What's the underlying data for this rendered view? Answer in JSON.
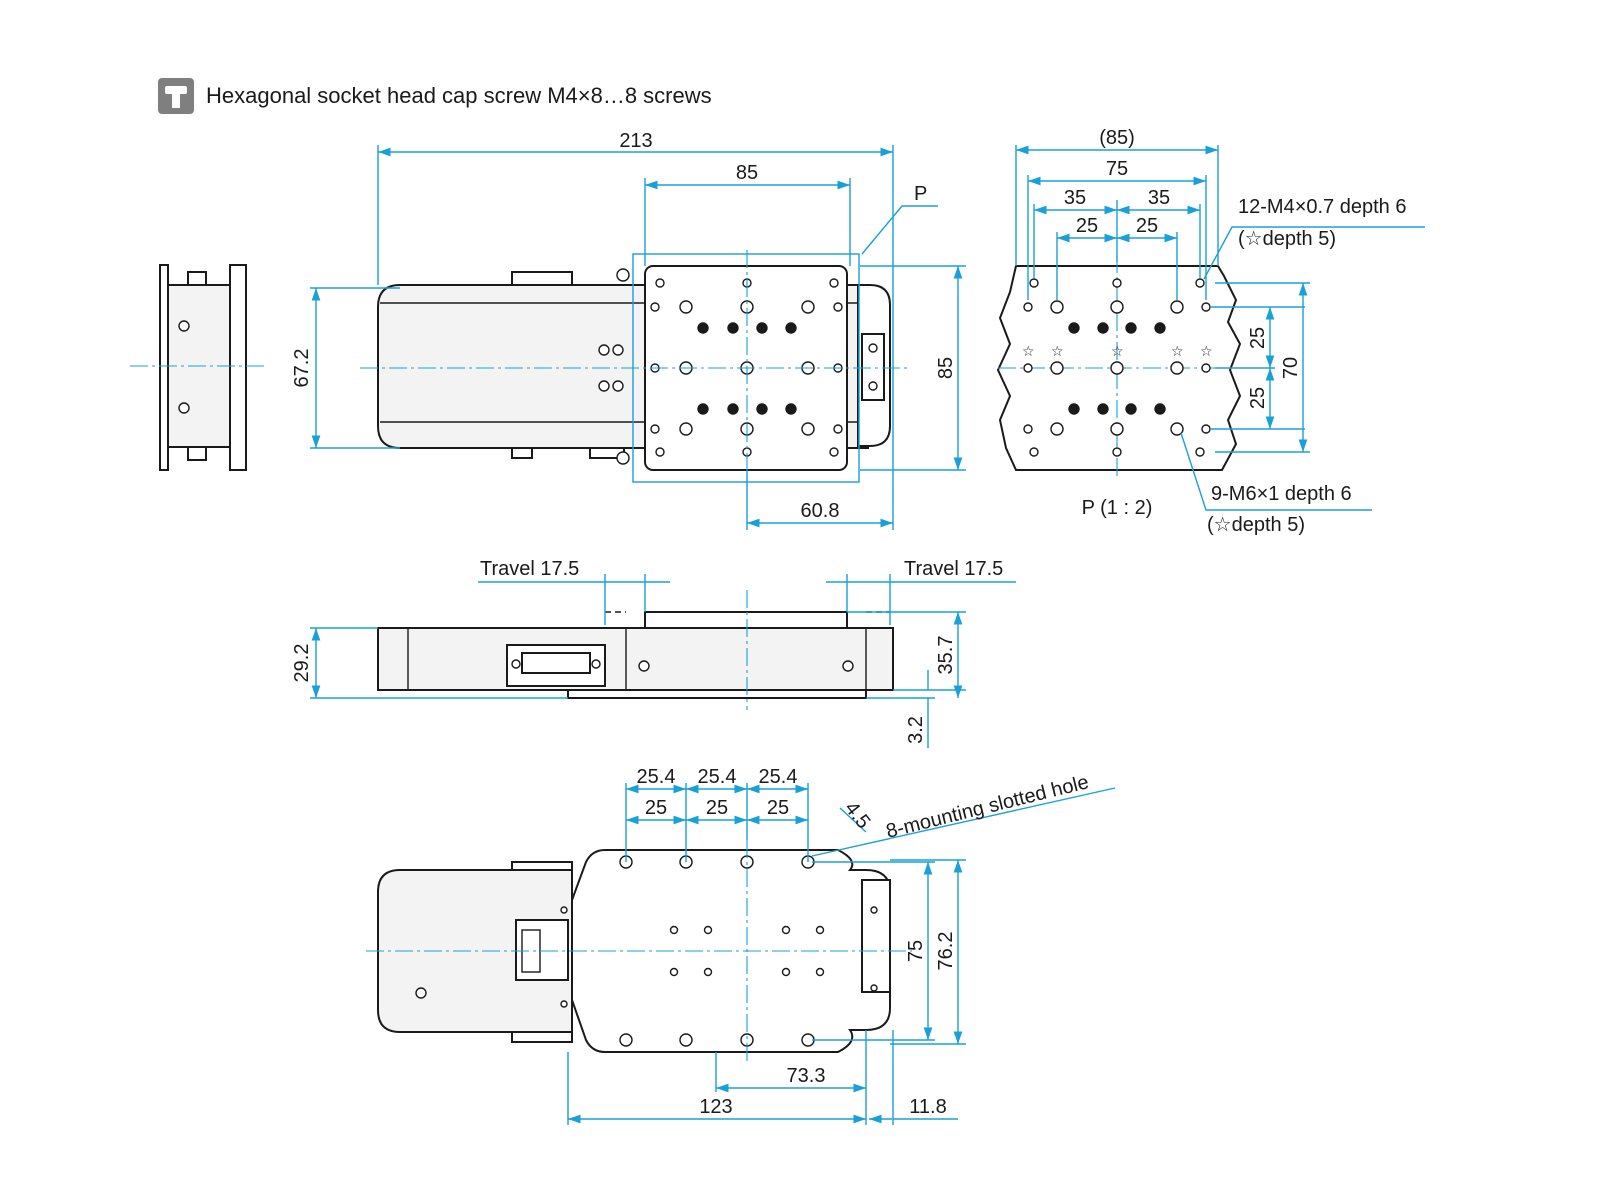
{
  "header": {
    "icon": "hex-socket-screw-icon",
    "title": "Hexagonal socket head cap screw M4×8…8 screws"
  },
  "top_view": {
    "dims": {
      "overall_length": "213",
      "table_width": "85",
      "height_body": "67.2",
      "table_height": "85",
      "offset": "60.8"
    },
    "detail_marker": "P"
  },
  "detail_p": {
    "label": "P (1 : 2)",
    "dims": {
      "outer": "(85)",
      "w75": "75",
      "p35a": "35",
      "p35b": "35",
      "p25a": "25",
      "p25b": "25",
      "v25a": "25",
      "v25b": "25",
      "v70": "70"
    },
    "callout_m4": {
      "line1": "12-M4×0.7 depth 6",
      "line2": "(☆depth 5)"
    },
    "callout_m6": {
      "line1": "9-M6×1 depth 6",
      "line2": "(☆depth 5)"
    }
  },
  "side_view": {
    "travel_left": "Travel 17.5",
    "travel_right": "Travel 17.5",
    "dims": {
      "h29": "29.2",
      "h35": "35.7",
      "h3": "3.2"
    }
  },
  "bottom_view": {
    "dims": {
      "p254a": "25.4",
      "p254b": "25.4",
      "p254c": "25.4",
      "p25a": "25",
      "p25b": "25",
      "p25c": "25",
      "slot": "4.5",
      "v75": "75",
      "v762": "76.2",
      "d733": "73.3",
      "d123": "123",
      "d118": "11.8"
    },
    "slot_label": "8-mounting slotted hole"
  }
}
